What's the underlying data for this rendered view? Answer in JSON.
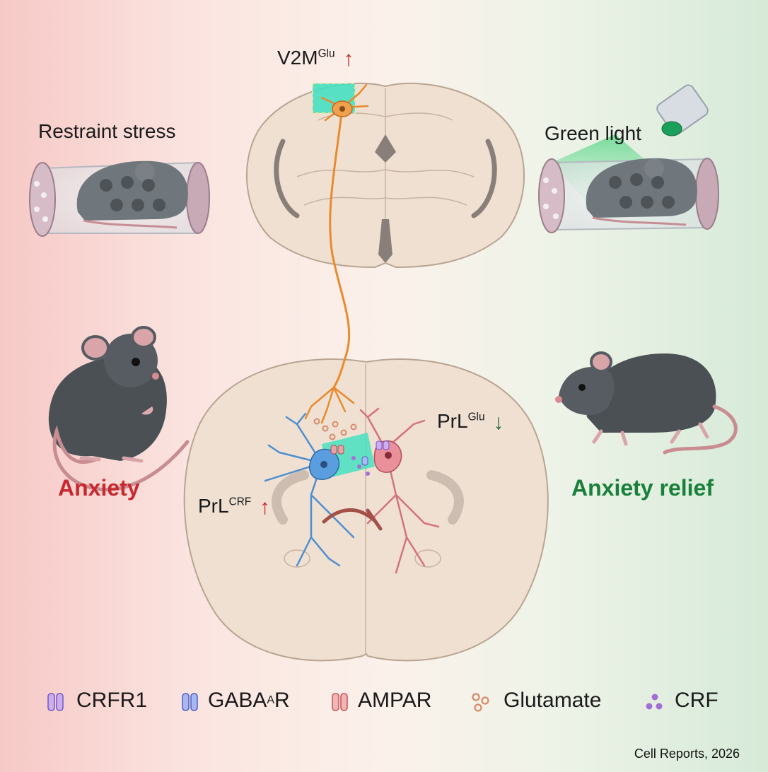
{
  "colors": {
    "anxiety": "#c8282e",
    "relief": "#18803a",
    "up_arrow": "#c8282e",
    "down_arrow": "#1d6b36",
    "v2m_neuron": "#e98a2e",
    "crf_neuron": "#4f8fcf",
    "glu_neuron": "#d4727e"
  },
  "labels": {
    "v2m_base": "V2M",
    "v2m_sup": "Glu",
    "prl_crf_base": "PrL",
    "prl_crf_sup": "CRF",
    "prl_glu_base": "PrL",
    "prl_glu_sup": "Glu",
    "restraint": "Restraint stress",
    "green_light": "Green light",
    "anxiety": "Anxiety",
    "relief": "Anxiety relief",
    "up": "↑",
    "down": "↓"
  },
  "legend": {
    "crfr1": "CRFR1",
    "gabaa_base": "GABA",
    "gabaa_sub": "A",
    "gabaa_tail": "R",
    "ampar": "AMPAR",
    "glutamate": "Glutamate",
    "crf": "CRF"
  },
  "credit": "Cell Reports, 2026"
}
